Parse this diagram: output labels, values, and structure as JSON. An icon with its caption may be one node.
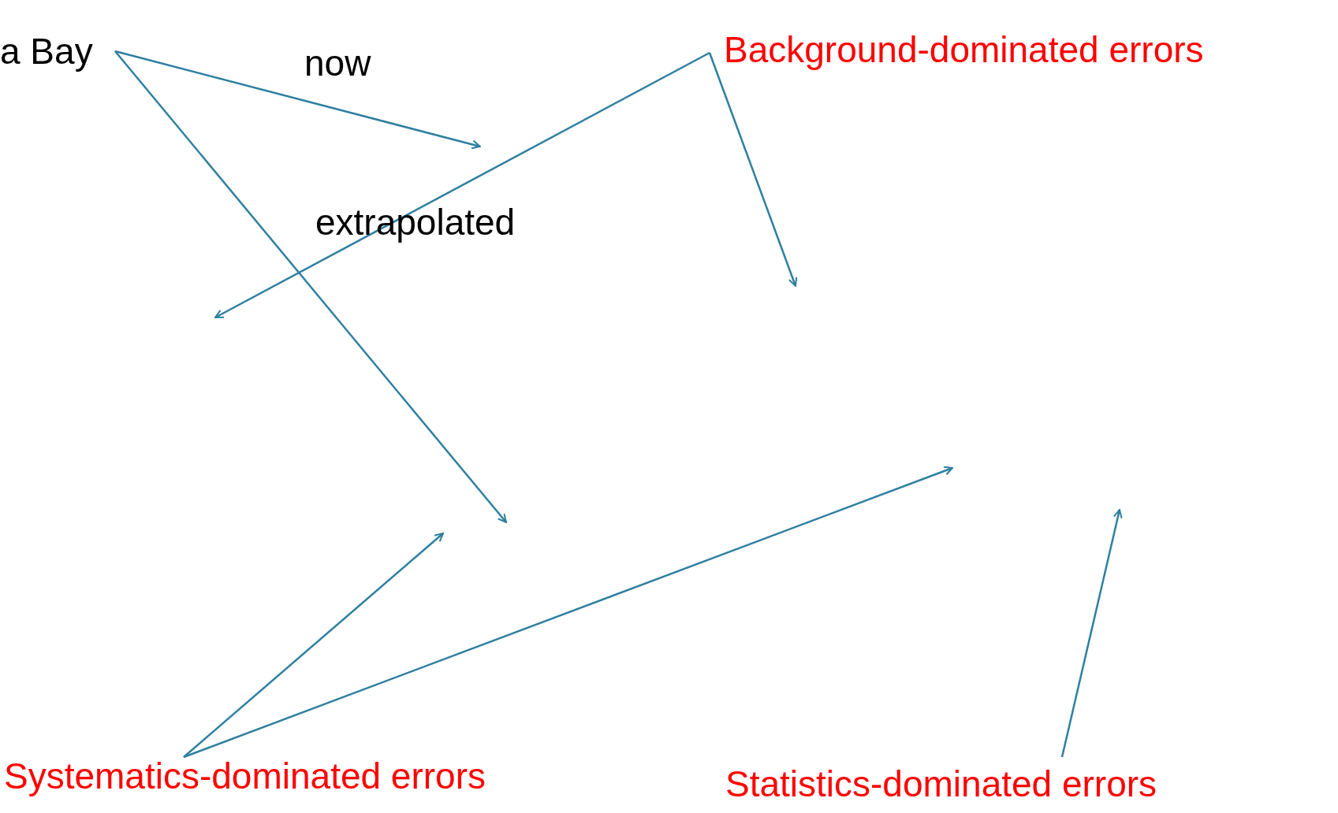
{
  "diagram": {
    "nodes": [
      {
        "text": [
          "a Bay"
        ]
      },
      {
        "text": [
          "Background-dominated errors"
        ]
      },
      {
        "text": [
          "Systematics-dominated errors"
        ]
      },
      {
        "text": [
          "Statistics-dominated errors"
        ]
      }
    ],
    "edges": [
      {
        "from": 0,
        "to": null,
        "arrow": "to"
      },
      {
        "from": 0,
        "to": null,
        "arrow": "to"
      },
      {
        "from": 1,
        "to": null,
        "arrow": "to"
      },
      {
        "from": 1,
        "to": null,
        "arrow": "to"
      },
      {
        "from": 2,
        "to": null,
        "arrow": "to"
      },
      {
        "from": 2,
        "to": null,
        "arrow": "to"
      },
      {
        "from": 3,
        "to": null,
        "arrow": "to"
      }
    ],
    "labels": [
      "now",
      "extrapolated"
    ]
  }
}
